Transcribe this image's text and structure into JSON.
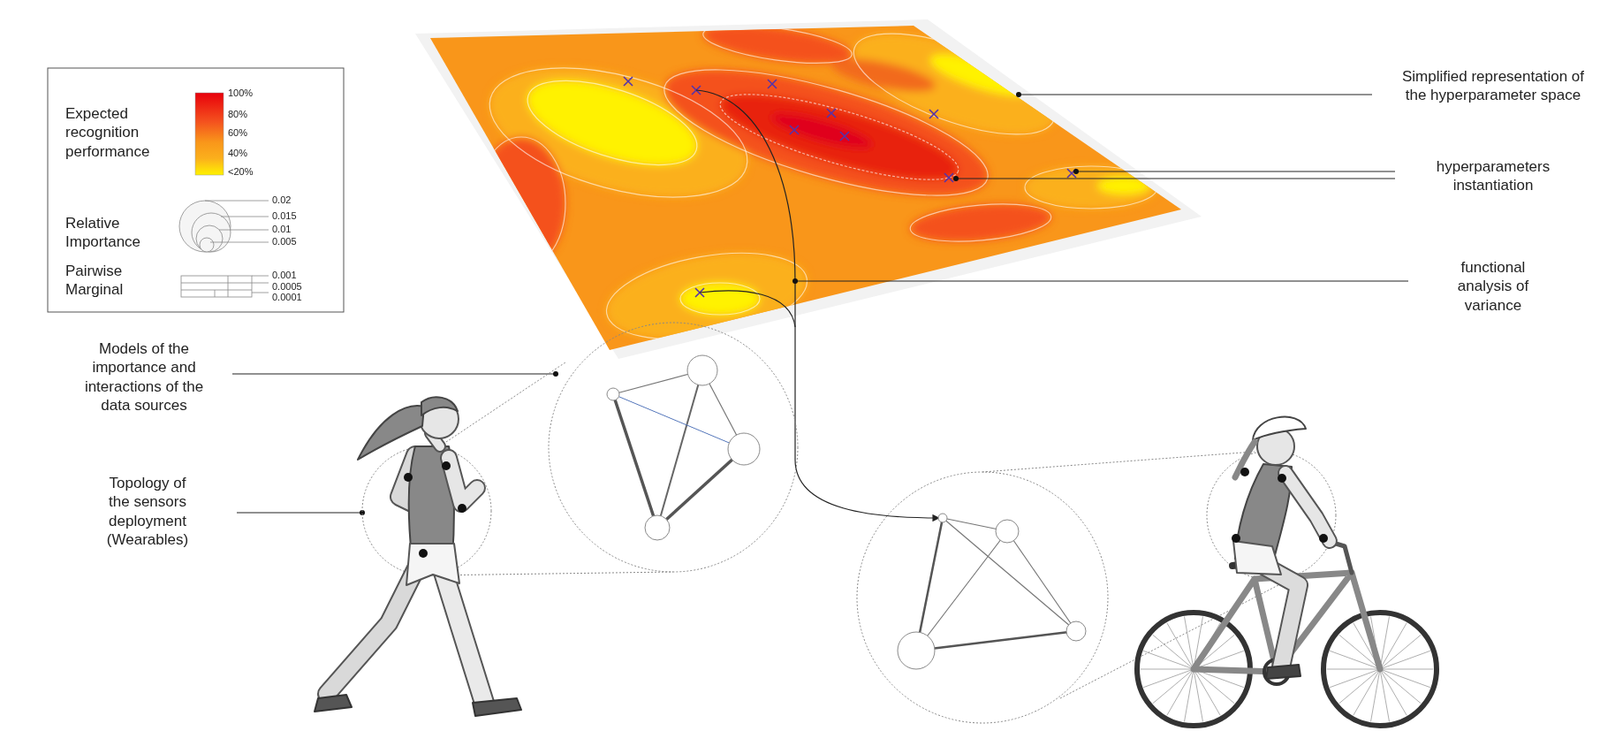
{
  "diagram": {
    "labels": [
      "Simplified representation of the hyperparameter space",
      "hyperparameters instantiation",
      "functional analysis of variance",
      "Models of the importance and interactions of the data sources",
      "Topology of the sensors deployment (Wearables)",
      "100%",
      "80%",
      "60%",
      "40%",
      "<20%",
      "0.02",
      "0.015",
      "0.01",
      "0.005",
      "0.001",
      "0.0005",
      "0.0001"
    ],
    "legend": [
      {
        "text": "Expected recognition performance"
      },
      {
        "text": "Relative Importance"
      },
      {
        "text": "Pairwise Marginal"
      }
    ]
  }
}
